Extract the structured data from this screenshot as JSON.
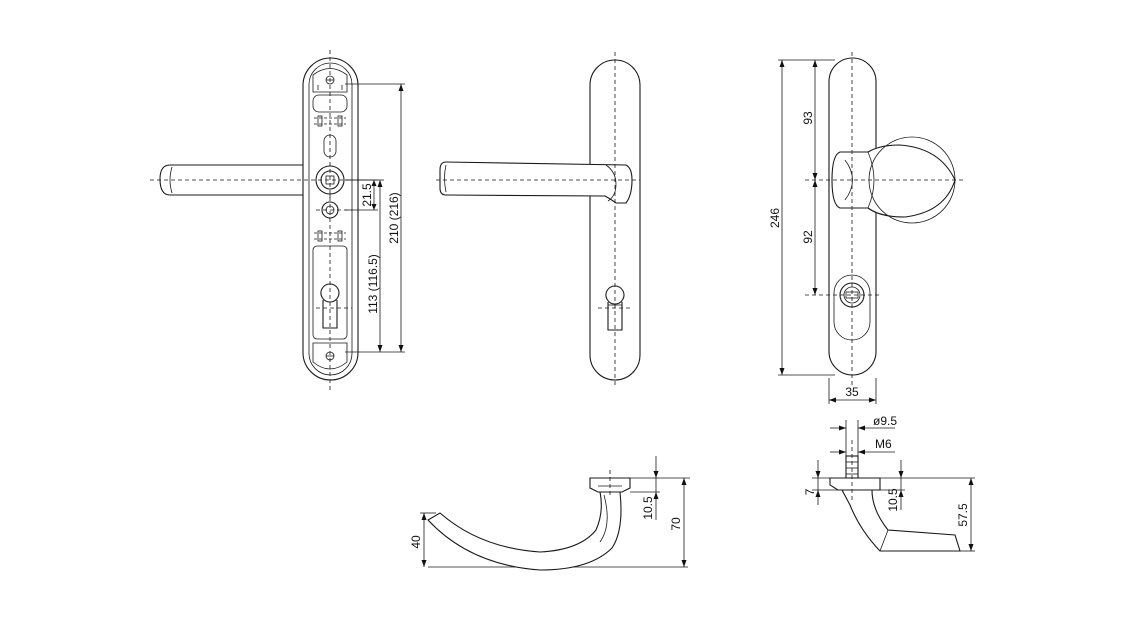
{
  "dimensions": {
    "front_key_offset": "21.5",
    "front_total_length": "210 (216)",
    "front_lower_length": "113 (116.5)",
    "side_total_length": "246",
    "side_upper_length": "93",
    "side_lower_length": "92",
    "side_width": "35",
    "lever_rose_height": "10.5",
    "lever_total_height": "70",
    "lever_grip_height": "40",
    "knob_bore_diameter": "ø9.5",
    "knob_thread": "M6",
    "knob_rose_thickness": "7",
    "knob_rose_height": "10.5",
    "knob_total_height": "57.5"
  }
}
